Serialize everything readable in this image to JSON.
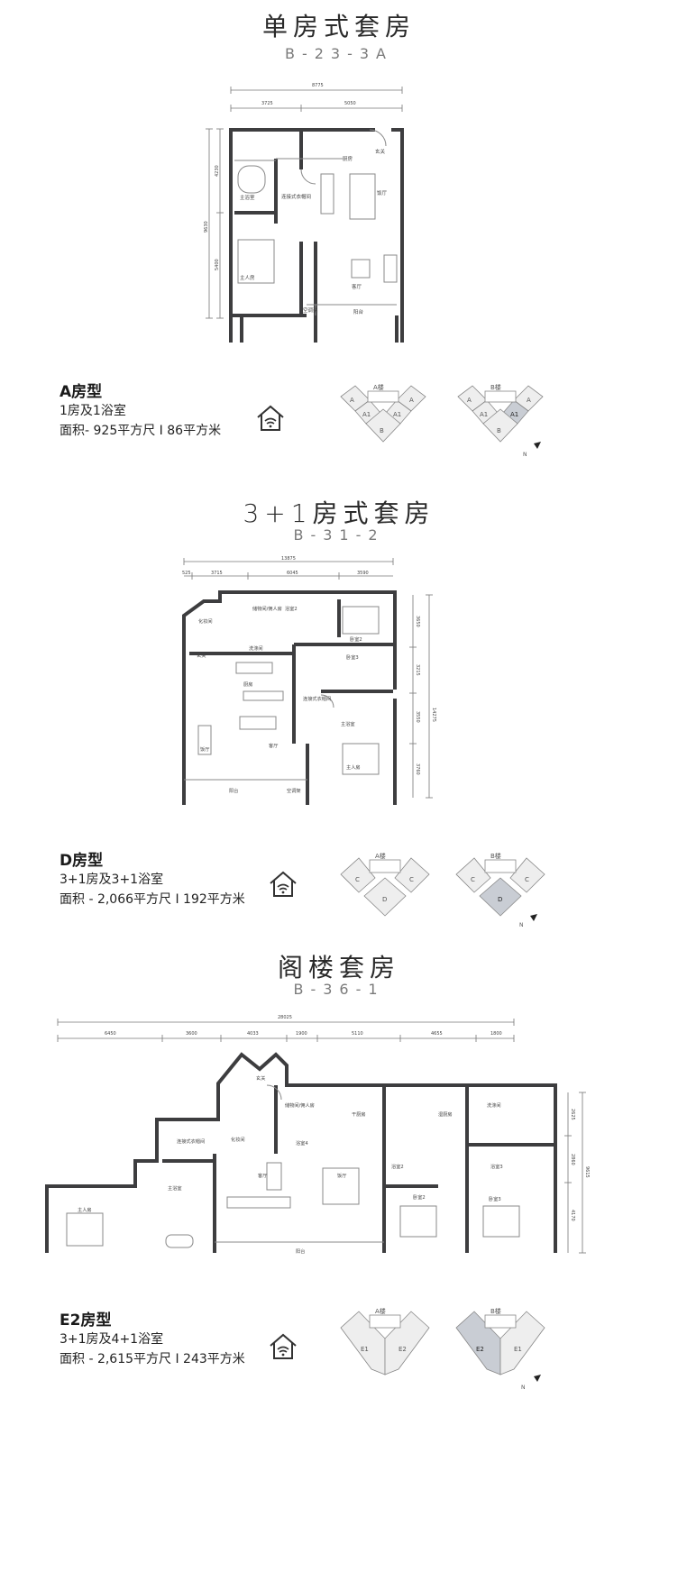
{
  "sections": [
    {
      "title": "单房式套房",
      "code": "B-23-3A",
      "unit": {
        "name": "A房型",
        "rooms": "1房及1浴室",
        "area": "面积- 925平方尺 I 86平方米"
      },
      "dims": {
        "total": "8775",
        "left": "3725",
        "right": "5050",
        "side_total": "9630",
        "side_top": "4230",
        "side_bottom": "5400"
      },
      "rooms": {
        "master_bath": "主浴室",
        "walk_in": "连接式衣帽间",
        "kitchen": "厨房",
        "entry": "玄关",
        "dining": "饭厅",
        "master_bed": "主人房",
        "living": "客厅",
        "ac": "空调架",
        "balcony": "阳台"
      },
      "keyplans": [
        {
          "label": "A楼",
          "cells": [
            "A",
            "A1",
            "A1",
            "A",
            "B"
          ],
          "highlight": -1
        },
        {
          "label": "B楼",
          "cells": [
            "A",
            "A1",
            "A1",
            "A",
            "B"
          ],
          "highlight": 2
        }
      ]
    },
    {
      "title": "3+1房式套房",
      "code": "B-31-2",
      "unit": {
        "name": "D房型",
        "rooms": "3+1房及3+1浴室",
        "area": "面积 - 2,066平方尺 I 192平方米"
      },
      "dims": {
        "total": "13875",
        "d1": "525",
        "d2": "3715",
        "d3": "6045",
        "d4": "3590",
        "side_total": "14275",
        "s1": "3650",
        "s2": "3215",
        "s3": "3550",
        "s4": "3760"
      },
      "rooms": {
        "powder": "化妆间",
        "store": "储物间/佣人房",
        "bath2": "浴室2",
        "bed2": "卧室2",
        "entry": "玄关",
        "laundry": "洗涤间",
        "bed3": "卧室3",
        "kitchen": "厨房",
        "walk_in": "连接式衣帽间",
        "master_bath": "主浴室",
        "dining": "饭厅",
        "living": "客厅",
        "master_bed": "主人房",
        "balcony": "阳台",
        "ac": "空调架"
      },
      "keyplans": [
        {
          "label": "A楼",
          "cells": [
            "C",
            "C",
            "D"
          ],
          "highlight": -1
        },
        {
          "label": "B楼",
          "cells": [
            "C",
            "C",
            "D"
          ],
          "highlight": 2
        }
      ]
    },
    {
      "title": "阁楼套房",
      "code": "B-36-1",
      "unit": {
        "name": "E2房型",
        "rooms": "3+1房及4+1浴室",
        "area": "面积 - 2,615平方尺 I 243平方米"
      },
      "dims": {
        "total": "28025",
        "d1": "6450",
        "d2": "3600",
        "d3": "4033",
        "d4": "1900",
        "d5": "5110",
        "d6": "4655",
        "d7": "1800",
        "side_total": "9615",
        "s1": "2625",
        "s2": "2860",
        "s3": "4170"
      },
      "rooms": {
        "entry": "玄关",
        "store": "储物间/佣人房",
        "dry_kitchen": "干厨房",
        "wet_kitchen": "湿厨房",
        "laundry": "洗涤间",
        "walk_in": "连接式衣帽间",
        "powder": "化妆间",
        "bath4": "浴室4",
        "living": "客厅",
        "dining": "饭厅",
        "bath2": "浴室2",
        "bath3": "浴室3",
        "master_bath": "主浴室",
        "bed2": "卧室2",
        "bed3": "卧室3",
        "master_bed": "主人房",
        "balcony": "阳台"
      },
      "keyplans": [
        {
          "label": "A楼",
          "cells": [
            "E1",
            "E2"
          ],
          "highlight": -1
        },
        {
          "label": "B楼",
          "cells": [
            "E2",
            "E1"
          ],
          "highlight": 0
        }
      ]
    }
  ],
  "north_label": "N",
  "colors": {
    "wall": "#3d3d3f",
    "line": "#9a9a9a",
    "highlight": "#c9cdd4",
    "keyplan_fill": "#eeeeee"
  }
}
